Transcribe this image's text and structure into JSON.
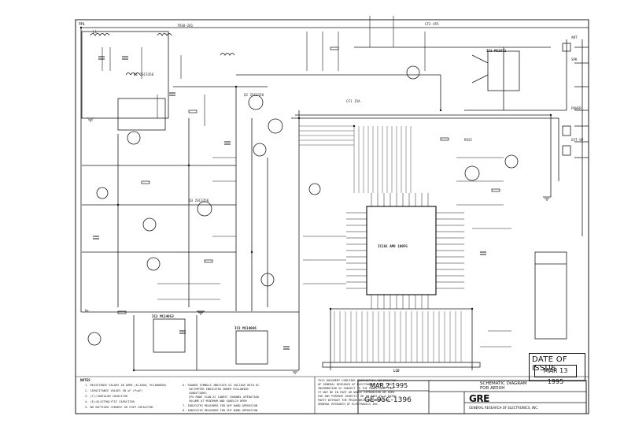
{
  "refs": {
    "tl": "TP1",
    "l1": "L1",
    "xf": "7930-281",
    "q1": "Q1 2SC3356",
    "q2": "Q2 2SC3356",
    "q3": "Q3 2SC3356",
    "ic1": "IC1 MC3371",
    "ic2": "IC2 MC14053",
    "ic3": "IC3 MC14066",
    "cpu": "IC101 AM8 100FG",
    "cf1": "CF1 15A",
    "cf2": "CF2 455",
    "bd": "B+",
    "rsm": "RSSI",
    "lcd": "LCD",
    "ant": "ANT",
    "spk": "SPK",
    "pwr": "POWER",
    "ext": "EXT SP"
  },
  "notes": {
    "title": "NOTES",
    "items": [
      "1. RESISTANCE VALUES IN OHMS (K=1000, M=1000000)",
      "2. CAPACITANCE VALUES IN uF (P=pF)",
      "3. (T)=TANTALUM CAPACITOR",
      "4. (E)=ELECTROLYTIC CAPACITOR",
      "5. NO SUFFIXED CERAMIC OR CHIP CAPACITOR"
    ],
    "col2": [
      "6. SHADED SYMBOLS INDICATE DC VOLTAGE WITH DC",
      "VOLTMETER INDICATED UNDER FOLLOWING",
      "CONDITIONS:",
      "CPU MODE SCAN AT LOWEST CHANNEL OPERATION",
      "VOLUME AT MINIMUM AND SQUELCH OPEN",
      "7. INDICATES MEASURED FOR UHF BAND OPERATION",
      "8. INDICATES MEASURED FOR VHF BAND OPERATION"
    ],
    "disclaimer": [
      "THIS DOCUMENT CONTAINS PROPRIETARY INFORMATION",
      "OF GENERAL RESEARCH OF ELECTRONICS INC. THIS",
      "INFORMATION IS SUBJECT TO THE CONDITIONS THAT",
      "IT NOT BE IN PART OR WHOLE REPRODUCED OR USED",
      "FOR ANY PURPOSE DIRECTLY OR IN PART TO A THIRD",
      "PARTY WITHOUT THE PRIOR WRITTEN CONSENT OF",
      "GENERAL RESEARCH OF ELECTRONICS INC."
    ]
  },
  "issue_box": {
    "label": "DATE OF ISSUE",
    "stamp": "MAR 13 1995"
  },
  "title_block": {
    "date_stamp": "MAR.2.1995",
    "title": "SCHEMATIC DIAGRAM",
    "subtitle": "FOR AE50H",
    "drawing_no": "GE-95C-1396",
    "company": "GENERAL RESEARCH OF ELECTRONICS, INC.",
    "logo": "GRE"
  }
}
